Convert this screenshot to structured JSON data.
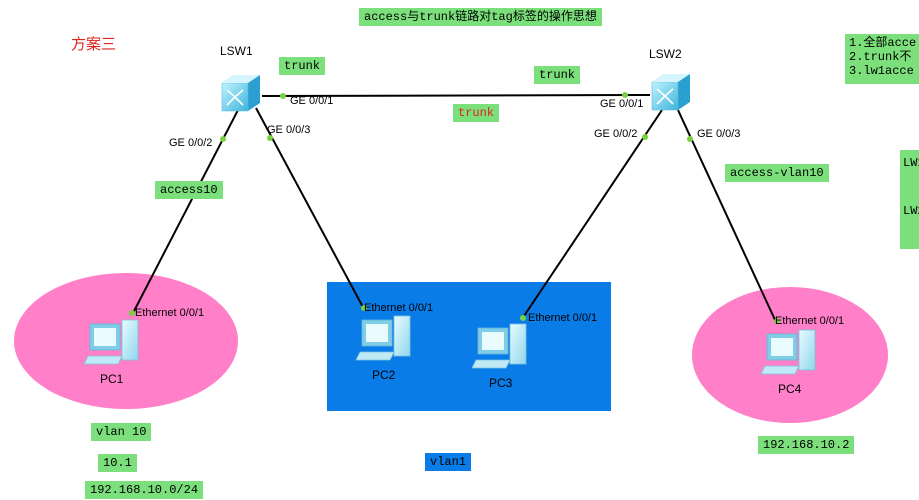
{
  "header": {
    "title": "access与trunk链路对tag标签的操作思想",
    "scheme": "方案三"
  },
  "notes": {
    "lines": [
      "1.全部acce",
      "2.trunk不",
      "3.lw1acce"
    ],
    "side": [
      "LW1",
      "LW2"
    ]
  },
  "switches": {
    "lsw1": {
      "name": "LSW1"
    },
    "lsw2": {
      "name": "LSW2"
    }
  },
  "pcs": {
    "pc1": {
      "name": "PC1",
      "port": "Ethernet 0/0/1"
    },
    "pc2": {
      "name": "PC2",
      "port": "Ethernet 0/0/1"
    },
    "pc3": {
      "name": "PC3",
      "port": "Ethernet 0/0/1"
    },
    "pc4": {
      "name": "PC4",
      "port": "Ethernet 0/0/1"
    }
  },
  "ports": {
    "lsw1_ge001": "GE 0/0/1",
    "lsw1_ge002": "GE 0/0/2",
    "lsw1_ge003": "GE 0/0/3",
    "lsw2_ge001": "GE 0/0/1",
    "lsw2_ge002": "GE 0/0/2",
    "lsw2_ge003": "GE 0/0/3"
  },
  "labels": {
    "trunk_lsw1": "trunk",
    "trunk_link": "trunk",
    "trunk_red": "trunk",
    "access10": "access10",
    "access_vlan10": "access-vlan10",
    "vlan10": "vlan 10",
    "ip_short": "10.1",
    "subnet": "192.168.10.0/24",
    "pc4_ip": "192.168.10.2",
    "vlan1": "vlan1"
  },
  "colors": {
    "label_bg": "#7be07b",
    "vlan10_zone": "#ff7fc8",
    "vlan1_zone": "#0a7ce8",
    "port_dot": "#7ad13f",
    "title_red": "#e0221b"
  }
}
